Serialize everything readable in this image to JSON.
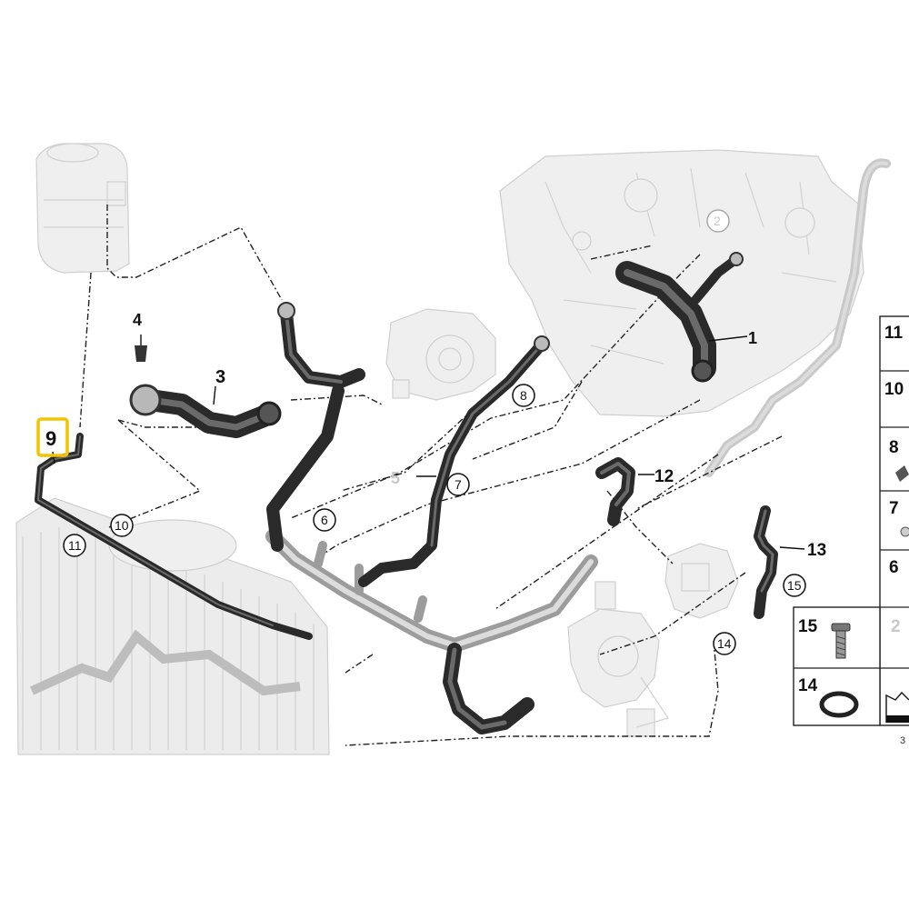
{
  "callouts": {
    "c1": "1",
    "c2": "2",
    "c3": "3",
    "c4": "4",
    "c5": "5",
    "c6": "6",
    "c7": "7",
    "c8": "8",
    "c9": "9",
    "c10": "10",
    "c11": "11",
    "c12": "12",
    "c13": "13",
    "c14": "14",
    "c15": "15"
  },
  "parts_table": {
    "rows": [
      "11",
      "10",
      "8",
      "7",
      "6",
      "15",
      "14"
    ],
    "extra": "2"
  },
  "diagram_code": "3",
  "colors": {
    "highlight": "#f4c300",
    "hose": "#2a2a2a",
    "pipe": "#9c9c9c",
    "ghost": "#efefef"
  }
}
